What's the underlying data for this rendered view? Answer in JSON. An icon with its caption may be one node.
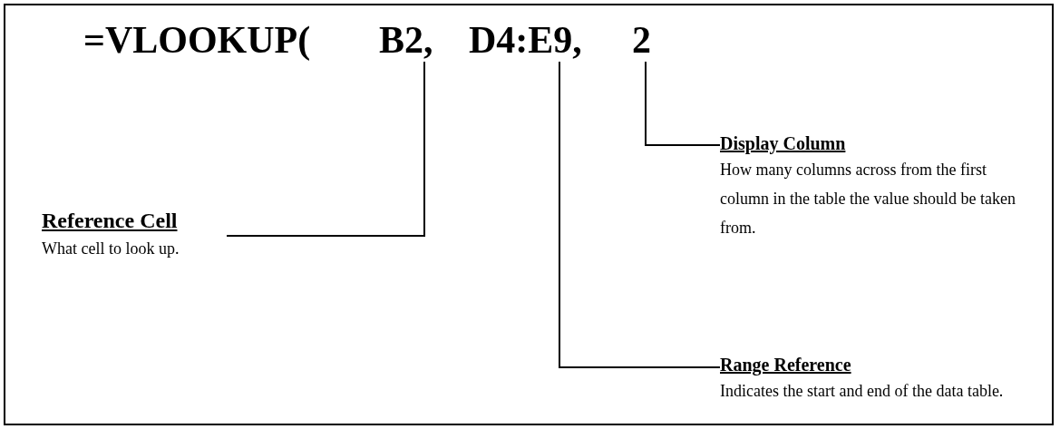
{
  "diagram": {
    "nodes": [
      {
        "text": [
          "=VLOOKUP("
        ]
      },
      {
        "text": [
          "B2,"
        ]
      },
      {
        "text": [
          "D4:E9,"
        ]
      },
      {
        "text": [
          "2"
        ]
      },
      {
        "text": [
          "Reference Cell",
          "What cell to look up."
        ]
      },
      {
        "text": [
          "Display Column",
          "How many columns across from the first column in the table the value should be taken from."
        ]
      },
      {
        "text": [
          "Range Reference",
          "Indicates the start and end of the data table."
        ]
      }
    ],
    "edges": [
      {
        "from": 1,
        "to": 4,
        "arrow": "none"
      },
      {
        "from": 2,
        "to": 6,
        "arrow": "none"
      },
      {
        "from": 3,
        "to": 5,
        "arrow": "none"
      }
    ]
  }
}
